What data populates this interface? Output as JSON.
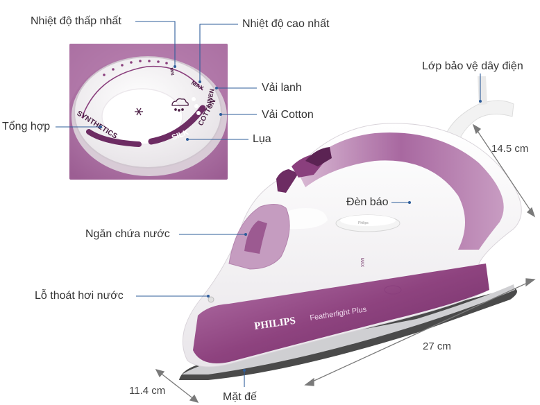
{
  "labels": {
    "min_temp": "Nhiệt độ thấp nhất",
    "max_temp": "Nhiệt độ cao nhất",
    "linen": "Vải lanh",
    "cotton": "Vải Cotton",
    "silk_label": "Lụa",
    "synthetic": "Tổng hợp",
    "cord_guard": "Lớp bảo vệ dây điện",
    "indicator": "Đèn báo",
    "water_tank": "Ngăn chứa nước",
    "steam_vent": "Lỗ thoát hơi nước",
    "soleplate": "Mặt đế"
  },
  "dimensions": {
    "height": "14.5 cm",
    "length": "27 cm",
    "width": "11.4 cm"
  },
  "dial": {
    "max": "MAX",
    "linen": "LINEN",
    "cotton": "COTTON",
    "silk": "SILK",
    "synthetics": "SYNTHETICS",
    "min": "MIN"
  },
  "product": {
    "brand": "PHILIPS",
    "model": "Featherlight Plus",
    "tank_mark": "MAX",
    "indicator_mark": "Philips"
  },
  "colors": {
    "purple": "#8a3f7d",
    "light_purple": "#c9a3c5",
    "leader_line": "#2d5c9a",
    "soleplate": "#4a4a4a"
  }
}
